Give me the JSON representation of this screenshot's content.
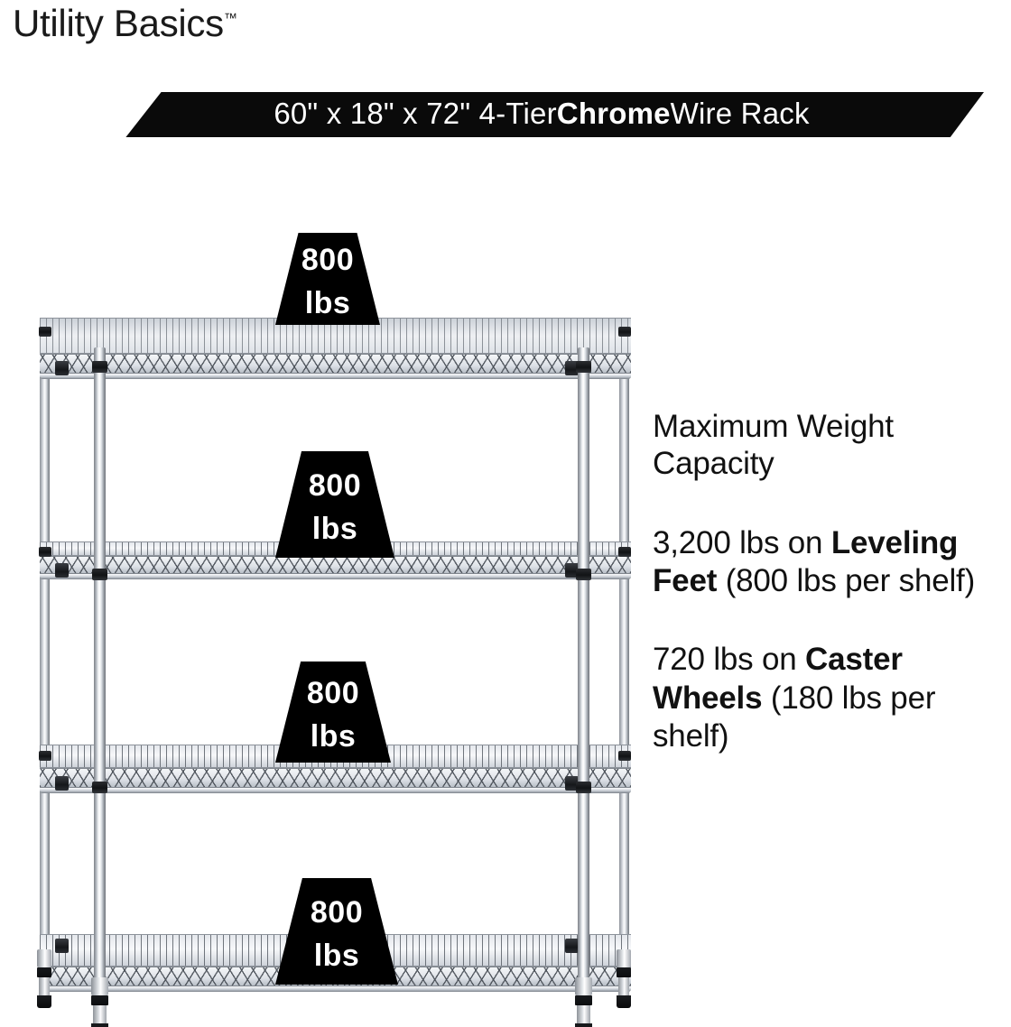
{
  "brand": {
    "name": "Utility Basics",
    "trademark": "™"
  },
  "title_banner": {
    "prefix": "60\" x 18\" x 72\" 4-Tier ",
    "emphasis": "Chrome",
    "suffix": " Wire Rack",
    "background_color": "#0a0a0a",
    "text_color": "#ffffff"
  },
  "product": {
    "shelf_count": 4,
    "badges": [
      {
        "value": "800",
        "unit": "lbs"
      },
      {
        "value": "800",
        "unit": "lbs"
      },
      {
        "value": "800",
        "unit": "lbs"
      },
      {
        "value": "800",
        "unit": "lbs"
      }
    ]
  },
  "info": {
    "heading": "Maximum Weight Capacity",
    "capacity_feet": {
      "lead": "3,200 lbs on ",
      "emphasis": "Leveling Feet",
      "tail": " (800 lbs per shelf)"
    },
    "capacity_casters": {
      "lead": "720 lbs on ",
      "emphasis": "Caster Wheels",
      "tail": " (180 lbs per shelf)"
    }
  },
  "colors": {
    "background": "#ffffff",
    "text": "#111111",
    "badge_fill": "#000000",
    "badge_text": "#ffffff",
    "chrome_light": "#f7f8fa",
    "chrome_dark": "#7d8187"
  }
}
